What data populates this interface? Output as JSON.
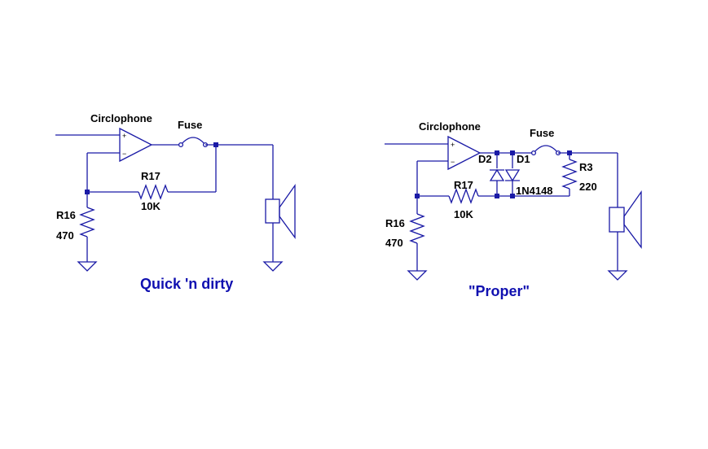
{
  "colors": {
    "wire": "#1a1aa6",
    "junction": "#1a1aa6",
    "label": "#000000",
    "caption": "#1010b0",
    "background": "#ffffff"
  },
  "circuit_quick": {
    "amp_label": "Circlophone",
    "amp_plus": "+",
    "amp_minus": "−",
    "fuse_label": "Fuse",
    "r17_name": "R17",
    "r17_value": "10K",
    "r16_name": "R16",
    "r16_value": "470",
    "caption": "Quick 'n dirty"
  },
  "circuit_proper": {
    "amp_label": "Circlophone",
    "amp_plus": "+",
    "amp_minus": "−",
    "fuse_label": "Fuse",
    "d2_label": "D2",
    "d1_label": "D1",
    "diode_type": "1N4148",
    "r3_name": "R3",
    "r3_value": "220",
    "r17_name": "R17",
    "r17_value": "10K",
    "r16_name": "R16",
    "r16_value": "470",
    "caption": "\"Proper\""
  },
  "icons": [
    "op-amp-symbol",
    "fuse-symbol",
    "resistor-symbol",
    "diode-symbol",
    "speaker-icon",
    "ground-symbol"
  ]
}
